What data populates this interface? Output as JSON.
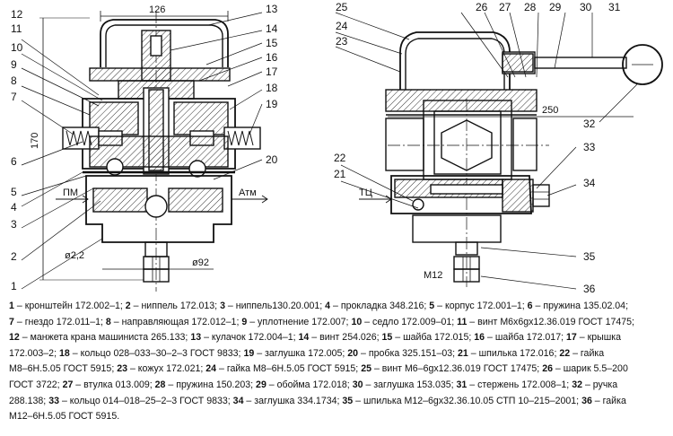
{
  "dims": {
    "width": "126",
    "height": "170",
    "base": "ø92",
    "hole": "ø2,2",
    "length": "250"
  },
  "ports": {
    "pm": "ПМ",
    "atm": "Атм",
    "tc": "ТЦ",
    "thread": "M12"
  },
  "left_callouts": [
    "1",
    "2",
    "3",
    "4",
    "5",
    "6",
    "7",
    "8",
    "9",
    "10",
    "11",
    "12",
    "13",
    "14",
    "15",
    "16",
    "17",
    "18",
    "19",
    "20"
  ],
  "right_callouts": [
    "21",
    "22",
    "23",
    "24",
    "25",
    "26",
    "27",
    "28",
    "29",
    "30",
    "31",
    "32",
    "33",
    "34",
    "35",
    "36"
  ],
  "legend_lines": [
    [
      [
        "1",
        "кронштейн 172.002–1;"
      ],
      [
        "2",
        "ниппель 172.013;"
      ],
      [
        "3",
        "ниппель130.20.001;"
      ],
      [
        "4",
        "прокладка 348.216;"
      ],
      [
        "5",
        "корпус 172.001–1;"
      ],
      [
        "6",
        "пружина 135.02.04;"
      ]
    ],
    [
      [
        "7",
        "гнездо 172.011–1;"
      ],
      [
        "8",
        "направляющая 172.012–1;"
      ],
      [
        "9",
        "уплотнение 172.007;"
      ],
      [
        "10",
        "седло 172.009–01;"
      ],
      [
        "11",
        "винт М6x6gx12.36.019 ГОСТ 17475;"
      ]
    ],
    [
      [
        "12",
        "манжета крана машиниста 265.133;"
      ],
      [
        "13",
        "кулачок 172.004–1;"
      ],
      [
        "14",
        "винт 254.026;"
      ],
      [
        "15",
        "шайба 172.015;"
      ],
      [
        "16",
        "шайба 172.017;"
      ],
      [
        "17",
        "крышка"
      ]
    ],
    [
      [
        "",
        "172.003–2;"
      ],
      [
        "18",
        "кольцо 028–033–30–2–3 ГОСТ 9833;"
      ],
      [
        "19",
        "заглушка 172.005;"
      ],
      [
        "20",
        "пробка 325.151–03;"
      ],
      [
        "21",
        "шпилька 172.016;"
      ],
      [
        "22",
        "гайка"
      ]
    ],
    [
      [
        "",
        "М8–6Н.5.05 ГОСТ 5915;"
      ],
      [
        "23",
        "кожух 172.021;"
      ],
      [
        "24",
        "гайка М8–6Н.5.05 ГОСТ 5915;"
      ],
      [
        "25",
        "винт М6–6gx12.36.019 ГОСТ 17475;"
      ],
      [
        "26",
        "шарик 5.5–200"
      ]
    ],
    [
      [
        "",
        "ГОСТ 3722;"
      ],
      [
        "27",
        "втулка 013.009;"
      ],
      [
        "28",
        "пружина 150.203;"
      ],
      [
        "29",
        "обойма 172.018;"
      ],
      [
        "30",
        "заглушка 153.035;"
      ],
      [
        "31",
        "стержень 172.008–1;"
      ],
      [
        "32",
        "ручка"
      ]
    ],
    [
      [
        "",
        "288.138;"
      ],
      [
        "33",
        "кольцо 014–018–25–2–3 ГОСТ 9833;"
      ],
      [
        "34",
        "заглушка 334.1734;"
      ],
      [
        "35",
        "шпилька М12–6gx32.36.10.05 СТП 10–215–2001;"
      ],
      [
        "36",
        "гайка"
      ]
    ],
    [
      [
        "",
        "М12–6Н.5.05 ГОСТ 5915."
      ]
    ]
  ]
}
